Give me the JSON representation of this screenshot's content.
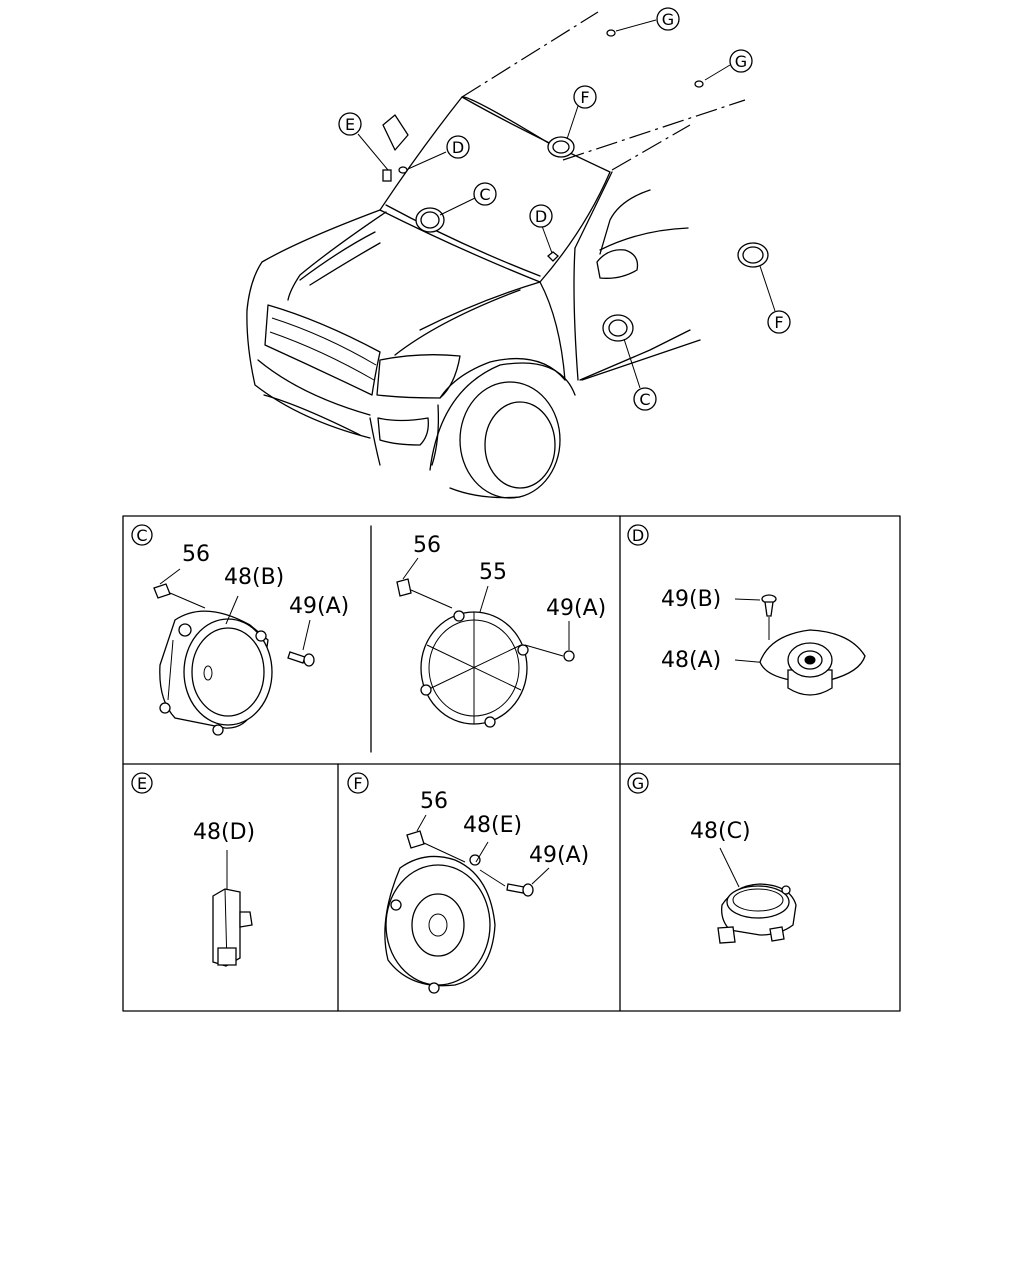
{
  "overview_callouts": [
    "G",
    "G",
    "F",
    "E",
    "D",
    "C",
    "D",
    "F",
    "C"
  ],
  "panels": {
    "C": {
      "letter": "C",
      "left": {
        "labels": [
          "56",
          "48(B)",
          "49(A)"
        ]
      },
      "right": {
        "labels": [
          "56",
          "55",
          "49(A)"
        ]
      }
    },
    "D": {
      "letter": "D",
      "labels": [
        "49(B)",
        "48(A)"
      ]
    },
    "E": {
      "letter": "E",
      "labels": [
        "48(D)"
      ]
    },
    "F": {
      "letter": "F",
      "labels": [
        "56",
        "48(E)",
        "49(A)"
      ]
    },
    "G": {
      "letter": "G",
      "labels": [
        "48(C)"
      ]
    }
  }
}
